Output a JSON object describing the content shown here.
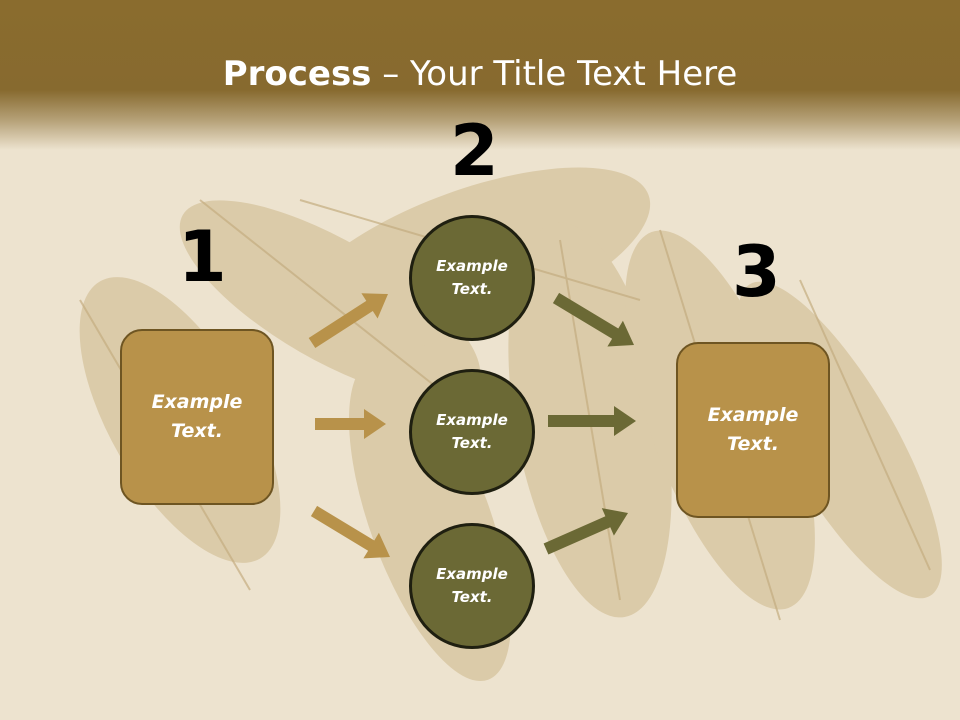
{
  "slide": {
    "title_bold": "Process",
    "title_rest": " – Your Title Text Here"
  },
  "steps": [
    {
      "number": "1",
      "label": "Example\nText."
    },
    {
      "number": "2",
      "label": ""
    },
    {
      "number": "3",
      "label": "Example\nText."
    }
  ],
  "circles": [
    {
      "label": "Example\nText."
    },
    {
      "label": "Example\nText."
    },
    {
      "label": "Example\nText."
    }
  ],
  "colors": {
    "header": "#876a2f",
    "box_fill": "#b8924a",
    "circle_fill": "#6b6935",
    "arrow_in": "#b8924a",
    "arrow_out": "#6b6935"
  }
}
